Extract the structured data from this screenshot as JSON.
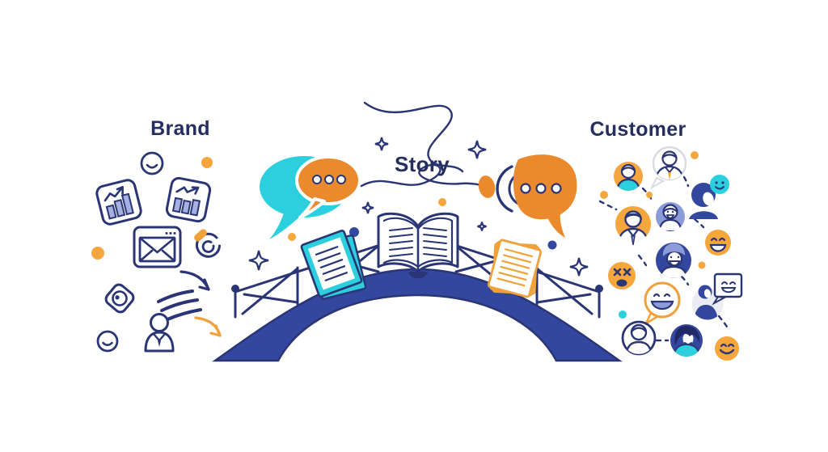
{
  "illustration": {
    "title": "Brand story bridge illustration",
    "labels": {
      "brand": "Brand",
      "story": "Story",
      "customer": "Customer"
    },
    "palette": {
      "navy-fill": "#34479E",
      "navy-line": "#2A3575",
      "text-navy": "#242E5F",
      "orange": "#F5A63C",
      "orange-deep": "#EB8A2D",
      "orange-line": "#F0A13A",
      "cyan": "#2BCFDE",
      "periwinkle": "#8C9CD9",
      "hair-dark": "#1F2965",
      "bar-fill": "#A7B1E0",
      "gray-fill": "#EAECF2",
      "gray-line": "#D8DBE4"
    },
    "icons": [
      "smiley-icon",
      "bar-chart-icon",
      "email-window-icon",
      "link-swirl-icon",
      "gem-icon",
      "motion-dashes-icon",
      "curved-arrow-icon",
      "person-icon",
      "chat-bubbles-icon",
      "sparkle-icon",
      "open-book-icon",
      "document-icon",
      "shout-bubble-icon",
      "bridge-arch",
      "avatar-icon",
      "emoji-icon",
      "speech-sign-icon"
    ]
  }
}
